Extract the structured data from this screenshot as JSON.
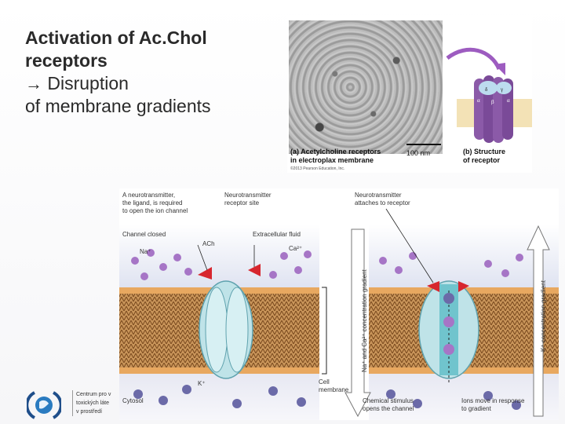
{
  "title": {
    "line1": "Activation of Ac.Chol",
    "line2": "receptors",
    "line3": "Disruption",
    "line4": "of membrane gradients"
  },
  "figure_top": {
    "caption_a_line1": "(a) Acetylcholine receptors",
    "caption_a_line2": "in electroplax membrane",
    "scale": "100 nm",
    "caption_b_line1": "(b) Structure",
    "caption_b_line2": "of receptor",
    "copyright": "©2013 Pearson Education, Inc.",
    "subunits": [
      "δ",
      "γ",
      "α",
      "β",
      "α"
    ]
  },
  "figure_bottom": {
    "note_ligand_1": "A neurotransmitter,",
    "note_ligand_2": "the ligand, is required",
    "note_ligand_3": "to open the ion channel",
    "note_site_1": "Neurotransmitter",
    "note_site_2": "receptor site",
    "note_attaches_1": "Neurotransmitter",
    "note_attaches_2": "attaches to receptor",
    "channel_closed": "Channel closed",
    "ach": "ACh",
    "extracellular": "Extracellular fluid",
    "na": "Na⁺",
    "ca": "Ca²⁺",
    "k": "K⁺",
    "cytosol": "Cytosol",
    "cell_membrane_1": "Cell",
    "cell_membrane_2": "membrane",
    "chemical_1": "Chemical stimulus",
    "chemical_2": "opens the channel",
    "ions_1": "Ions move in response",
    "ions_2": "to gradient",
    "gradient_left": "Na⁺ and Ca²⁺ concentration gradient",
    "gradient_right": "K⁺ concentration gradient"
  },
  "logo": {
    "line1": "Centrum pro v",
    "line2": "toxických láte",
    "line3": "v prostředí"
  },
  "colors": {
    "ligand": "#d7262e",
    "na_ion": "#a675c6",
    "k_ion": "#6b6aa8",
    "membrane_head": "#e8a860",
    "membrane_tail": "#8a5a2a",
    "channel": "#bfe3e8",
    "receptor": "#8b5aa8",
    "accent_arrow": "#9d5cc0"
  }
}
